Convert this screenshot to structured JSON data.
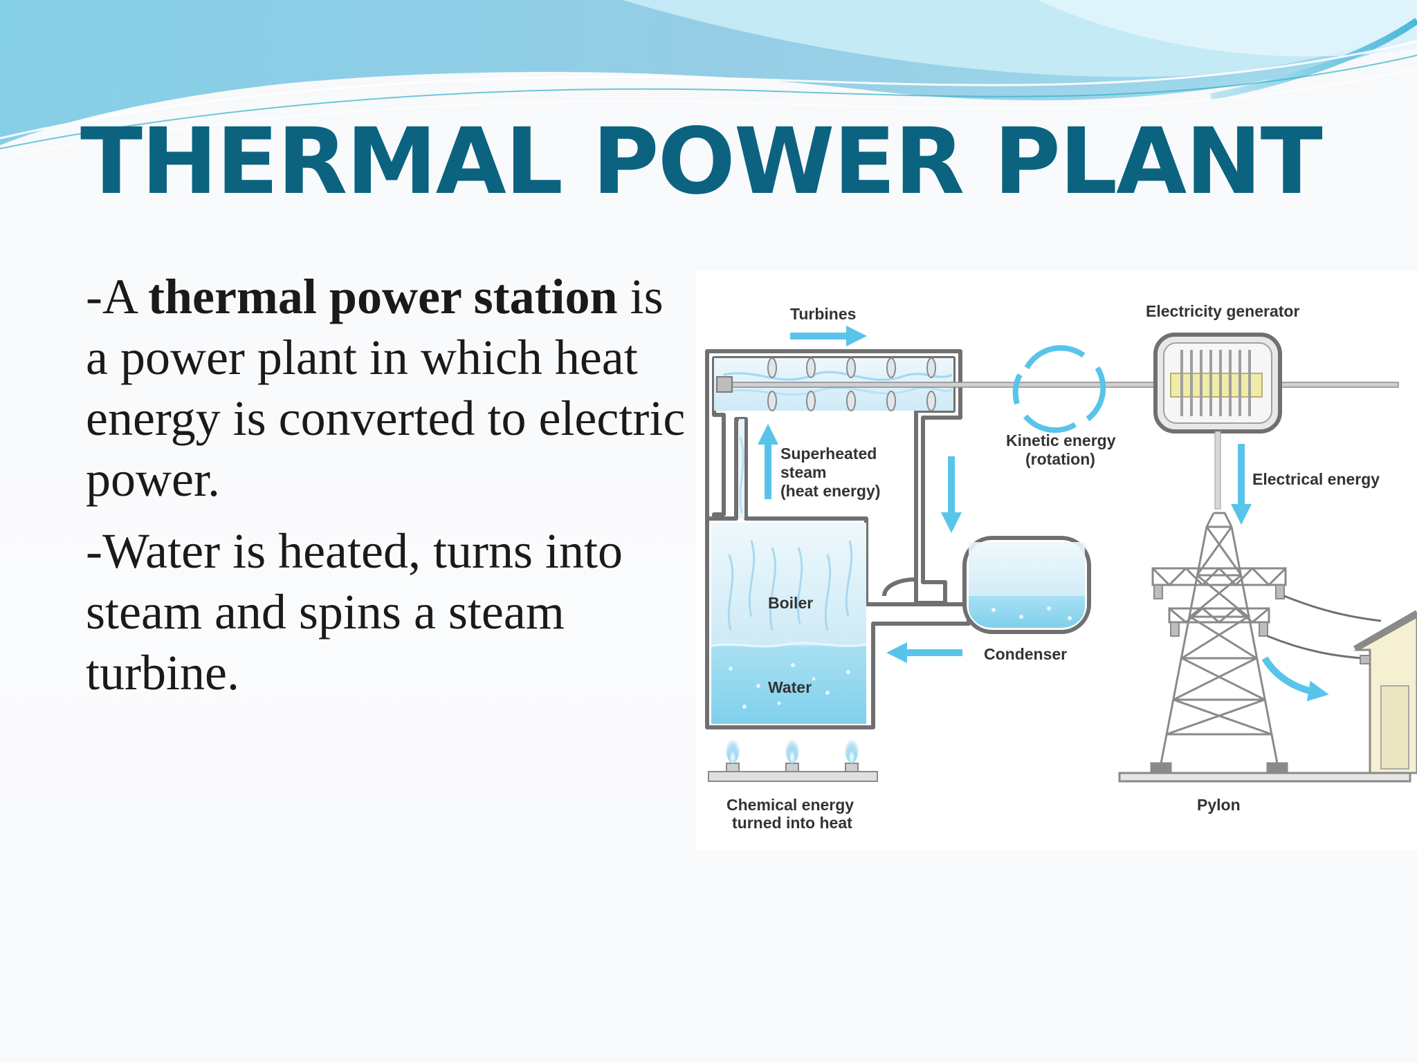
{
  "slide": {
    "title": "THERMAL POWER PLANT",
    "paragraph1": {
      "prefix": "-A ",
      "bold": "thermal power station",
      "rest": " is a power plant in which heat energy is converted to electric power."
    },
    "paragraph2": "-Water is heated, turns into steam and spins a steam turbine."
  },
  "diagram": {
    "labels": {
      "turbines": "Turbines",
      "electricity_generator": "Electricity generator",
      "superheated_steam_line1": "Superheated",
      "superheated_steam_line2": "steam",
      "superheated_steam_line3": "(heat energy)",
      "kinetic_line1": "Kinetic energy",
      "kinetic_line2": "(rotation)",
      "electrical_energy": "Electrical energy",
      "boiler": "Boiler",
      "condenser": "Condenser",
      "water": "Water",
      "chemical_line1": "Chemical energy",
      "chemical_line2": "turned into heat",
      "pylon": "Pylon"
    },
    "colors": {
      "title": "#0b6380",
      "pipe": "#707070",
      "water": "#7fd0ec",
      "steam": "#d6eef8",
      "arrow": "#58c4ea",
      "generator_core": "#f0eba8"
    }
  }
}
